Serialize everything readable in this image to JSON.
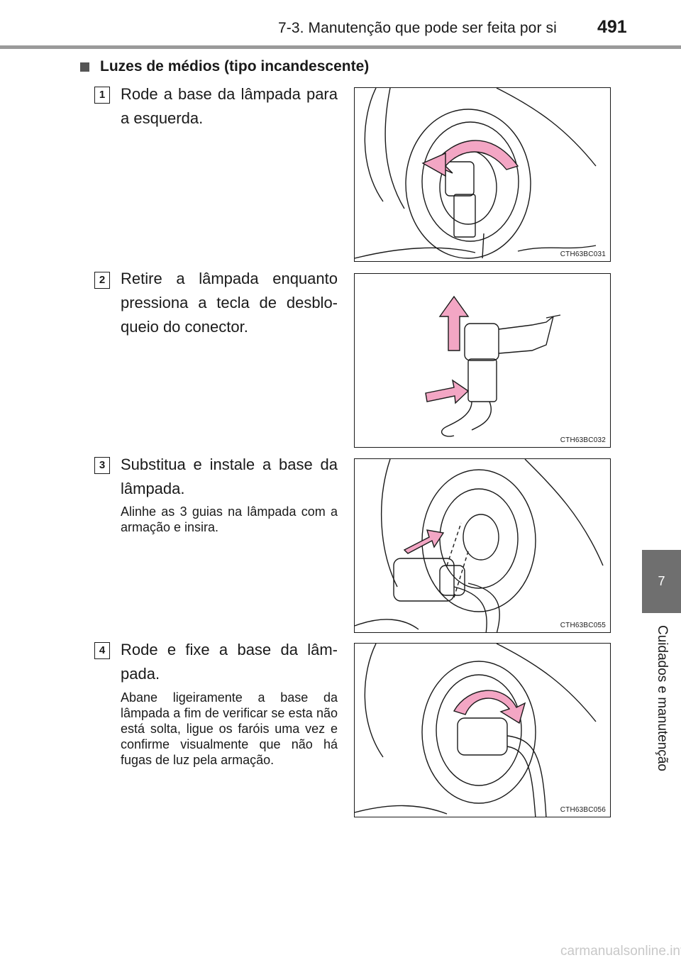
{
  "header": {
    "section": "7-3. Manutenção que pode ser feita por si",
    "page_number": "491"
  },
  "side_tab": {
    "chapter": "7",
    "label": "Cuidados e manutenção"
  },
  "section": {
    "title": "Luzes de médios (tipo incandescente)"
  },
  "steps": [
    {
      "number": "1",
      "text": "Rode a base da lâmpada para a esquerda.",
      "note": "",
      "figure_code": "CTH63BC031"
    },
    {
      "number": "2",
      "text": "Retire a lâmpada enquanto pressiona a tecla de desblo-queio do conector.",
      "note": "",
      "figure_code": "CTH63BC032"
    },
    {
      "number": "3",
      "text": "Substitua e instale a base da lâmpada.",
      "note": "Alinhe as 3 guias na lâmpada com a armação e insira.",
      "figure_code": "CTH63BC055"
    },
    {
      "number": "4",
      "text": "Rode e fixe a base da lâm-pada.",
      "note": "Abane ligeiramente a base da lâmpada a fim de verificar se esta não está solta, ligue os faróis uma vez e confirme visualmente que não há fugas de luz pela armação.",
      "figure_code": "CTH63BC056"
    }
  ],
  "colors": {
    "arrow_fill": "#f3a6c4",
    "header_rule": "#9a9a9a",
    "tab_background": "#6f6f6f"
  },
  "watermark": "carmanualsonline.info"
}
